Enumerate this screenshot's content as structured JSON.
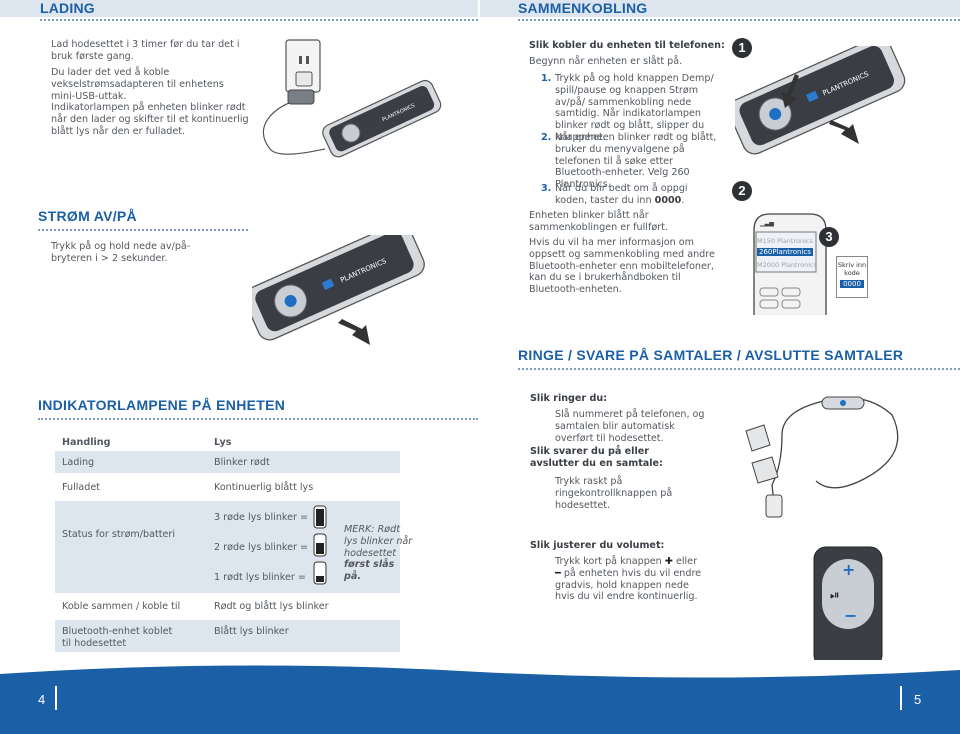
{
  "left": {
    "header": "LADING",
    "charging_paras": [
      "Lad hodesettet i 3 timer før du tar det i bruk første gang.",
      "Du lader det ved å koble vekselstrømsadapteren til enhetens mini-USB-uttak.",
      "Indikatorlampen på enheten blinker rødt når den lader og skifter til et kontinuerlig blått lys når den er fulladet."
    ],
    "power_heading": "STRØM AV/PÅ",
    "power_text": "Trykk på og hold nede av/på-bryteren i > 2 sekunder.",
    "indicator_heading": "INDIKATORLAMPENE PÅ ENHETEN",
    "table": {
      "header": {
        "action": "Handling",
        "light": "Lys"
      },
      "rows": [
        {
          "action": "Lading",
          "light": "Blinker rødt"
        },
        {
          "action": "Fulladet",
          "light": "Kontinuerlig blått lys"
        },
        {
          "action": "Status for strøm/batteri",
          "lights": [
            "3 røde lys blinker =",
            "2 røde lys blinker =",
            "1 rødt lys blinker ="
          ],
          "battery_levels": [
            3,
            2,
            1
          ]
        },
        {
          "action": "Koble sammen / koble til",
          "light": "Rødt og blått lys blinker"
        },
        {
          "action": "Bluetooth-enhet koblet til hodesettet",
          "light": "Blått lys blinker"
        }
      ],
      "note_prefix": "MERK: Rødt lys blinker når hodesettet",
      "note_emph": "først slås på."
    },
    "page_number": "4"
  },
  "right": {
    "header": "SAMMENKOBLING",
    "pairing_title": "Slik kobler du enheten til telefonen:",
    "pairing_intro": "Begynn når enheten er slått på.",
    "steps": [
      {
        "n": "1.",
        "text": "Trykk på og hold knappen Demp/ spill/pause og knappen Strøm av/på/ sammenkobling nede samtidig. Når indikatorlampen blinker rødt og blått, slipper du knappene."
      },
      {
        "n": "2.",
        "text": "Når enheten blinker rødt og blått, bruker du menyvalgene på telefonen til å søke etter Bluetooth-enheter. Velg 260 Plantronics."
      },
      {
        "n": "3.",
        "text": "Når du blir bedt om å oppgi koden, taster du inn ",
        "code": "0000"
      }
    ],
    "pairing_done": "Enheten blinker blått når sammenkoblingen er fullført.",
    "pairing_more": "Hvis du vil ha mer informasjon om oppsett og sammenkobling med andre Bluetooth-enheter enn mobiltelefoner, kan du se i brukerhåndboken til Bluetooth-enheten.",
    "figure": {
      "step_badges": [
        "1",
        "2",
        "3"
      ],
      "phone_list": [
        "M150 Plantronics",
        "260Plantronics",
        "M2000 Plantronics"
      ],
      "code_box_label": "Skriv inn kode",
      "code_box_value": "0000",
      "brand": "PLANTRONICS"
    },
    "calls_heading": "RINGE / SVARE PÅ SAMTALER / AVSLUTTE SAMTALER",
    "call_sections": [
      {
        "title": "Slik ringer du:",
        "text": "Slå nummeret på telefonen, og samtalen blir automatisk overført til hodesettet."
      },
      {
        "title": "Slik svarer du på eller avslutter du en samtale:",
        "text": "Trykk raskt på ringekontrollknappen på hodesettet."
      },
      {
        "title": "Slik justerer du volumet:",
        "text_parts": [
          "Trykk kort på knappen",
          "eller",
          "på enheten hvis du vil endre gradvis, hold knappen nede hvis du vil endre kontinuerlig."
        ]
      }
    ],
    "page_number": "5"
  },
  "colors": {
    "accent": "#1b5fa6",
    "band": "#dde5ee",
    "footer": "#1b5fa6"
  }
}
